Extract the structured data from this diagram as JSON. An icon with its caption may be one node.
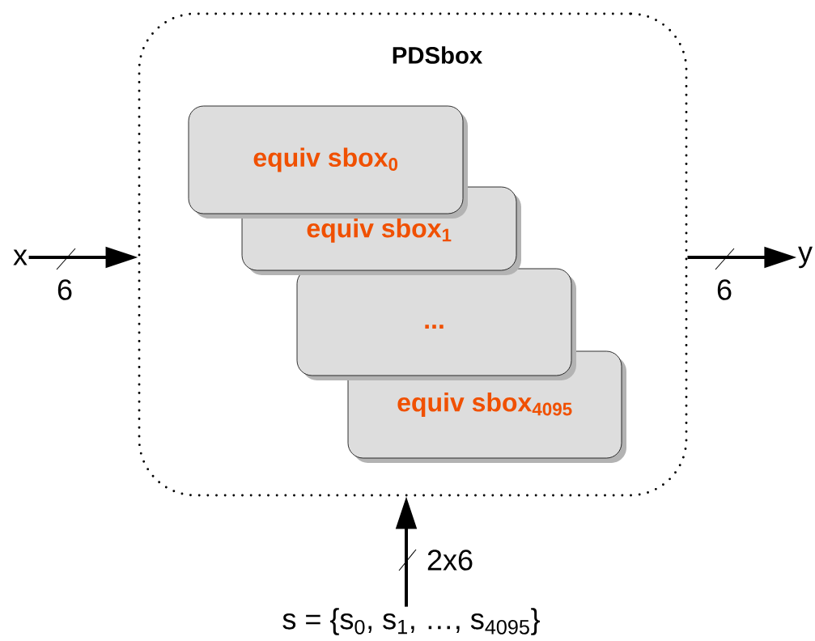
{
  "diagram": {
    "nodes": [
      {
        "text": [
          "PDSbox"
        ]
      },
      {
        "text": [
          "equiv sbox$_{0}$"
        ],
        "in": 0
      },
      {
        "text": [
          "equiv sbox$_{1}$"
        ],
        "in": 0
      },
      {
        "text": [
          "..."
        ],
        "in": 0
      },
      {
        "text": [
          "equiv sbox$_{4095}$"
        ],
        "in": 0
      },
      {
        "text": [
          "x"
        ]
      },
      {
        "text": [
          "y"
        ]
      },
      {
        "text": [
          "s = {s$_{0}$, s$_{1}$, …, s$_{4095}$}"
        ]
      }
    ],
    "edges": [
      {
        "from": 5,
        "to": 0,
        "arrow": "to",
        "label": "6"
      },
      {
        "from": 0,
        "to": 6,
        "arrow": "to",
        "label": "6"
      },
      {
        "from": 7,
        "to": 0,
        "arrow": "to",
        "label": "2x6"
      }
    ]
  }
}
